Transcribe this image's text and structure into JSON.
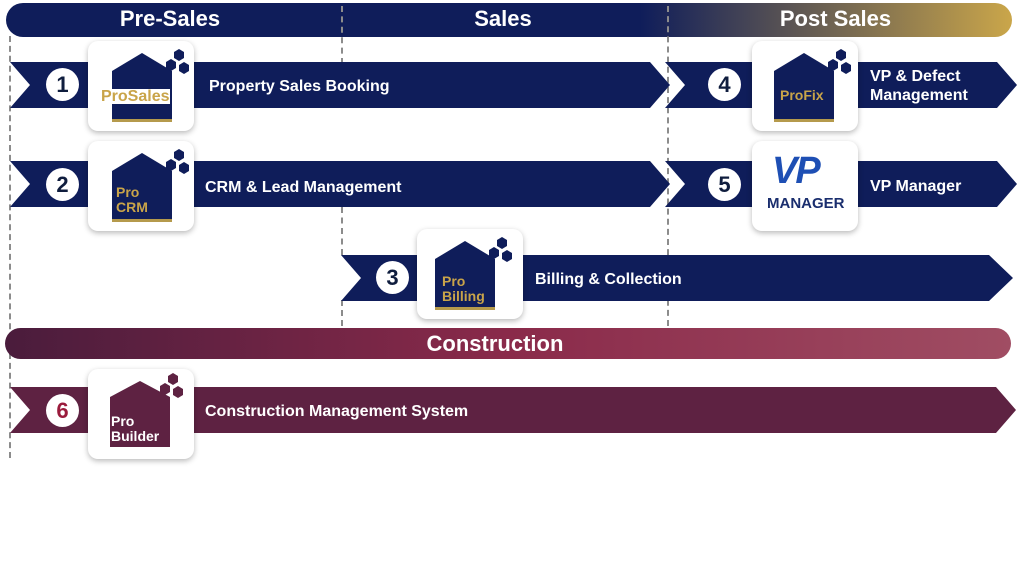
{
  "phases": {
    "pre_sales": "Pre-Sales",
    "sales": "Sales",
    "post_sales": "Post Sales"
  },
  "construction_header": "Construction",
  "products": [
    {
      "number": "1",
      "logo": "ProSales",
      "label": "Property Sales Booking"
    },
    {
      "number": "2",
      "logo_line1": "Pro",
      "logo_line2": "CRM",
      "label": "CRM & Lead Management"
    },
    {
      "number": "3",
      "logo_line1": "Pro",
      "logo_line2": "Billing",
      "label": "Billing & Collection"
    },
    {
      "number": "4",
      "logo": "ProFix",
      "label_line1": "VP & Defect",
      "label_line2": "Management"
    },
    {
      "number": "5",
      "logo_line1": "VP",
      "logo_line2": "MANAGER",
      "label": "VP Manager"
    },
    {
      "number": "6",
      "logo_line1": "Pro",
      "logo_line2": "Builder",
      "label": "Construction Management System"
    }
  ],
  "colors": {
    "navy": "#0f1d5a",
    "gold": "#b59a4c",
    "maroon": "#5e2242",
    "accent_red": "#9a1b3c"
  }
}
